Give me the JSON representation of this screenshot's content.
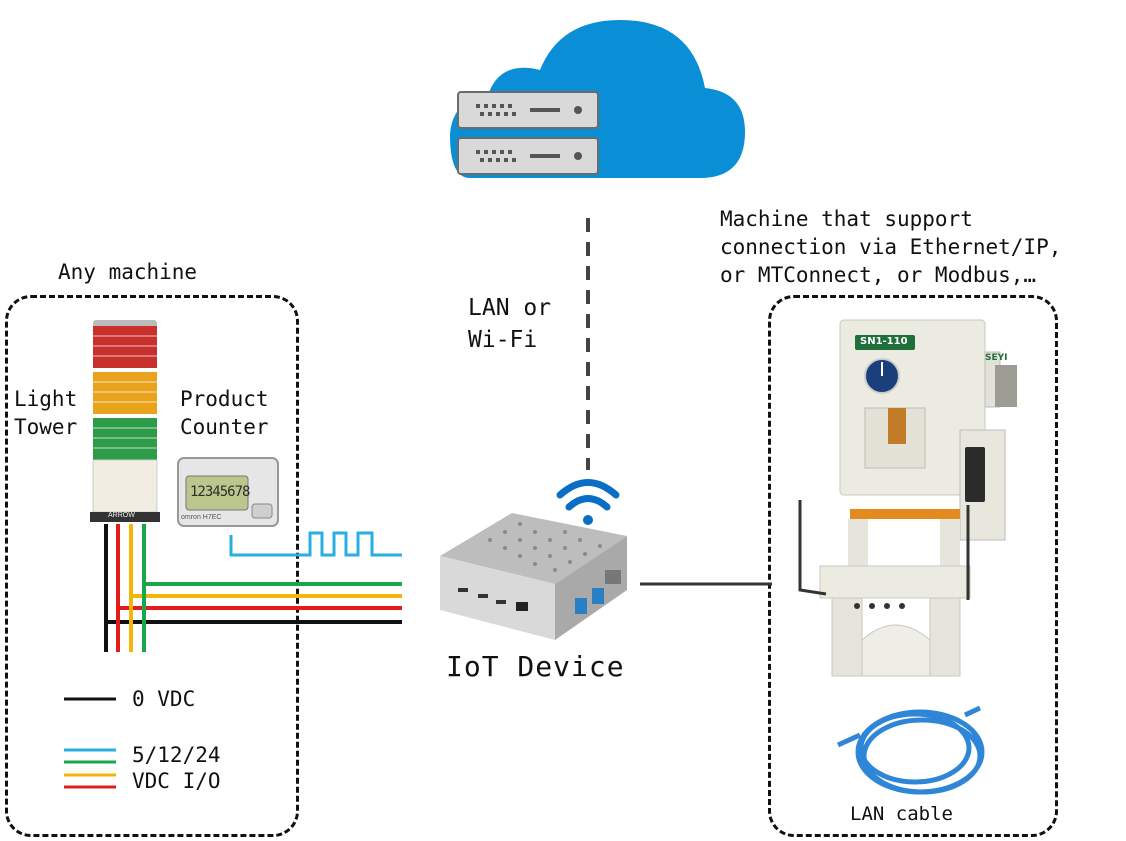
{
  "left_group": {
    "title": "Any machine",
    "light_tower_label": "Light\nTower",
    "counter_label": "Product\nCounter",
    "tower_brand": "ARROW",
    "counter_display": "12345678",
    "counter_model": "omron H7EC"
  },
  "network": {
    "link_label": "LAN or\nWi-Fi"
  },
  "iot": {
    "label": "IoT Device"
  },
  "right_group": {
    "title": "Machine that support\nconnection via Ethernet/IP,\nor MTConnect, or Modbus,…",
    "machine_plate": "SN1-110",
    "machine_side_logo": "SEYI",
    "cable_label": "LAN cable"
  },
  "legend": [
    {
      "color": "#111111",
      "text": "0 VDC"
    },
    {
      "color": "#29aee0",
      "text": "5/12/24"
    },
    {
      "color": "#1aa64a",
      "text": "VDC I/O"
    },
    {
      "color": "#f2b705",
      "text": ""
    },
    {
      "color": "#e21b1b",
      "text": ""
    }
  ],
  "colors": {
    "cloud": "#0a8fd6",
    "wire_black": "#111111",
    "wire_red": "#e21b1b",
    "wire_yellow": "#f2b705",
    "wire_green": "#1aa64a",
    "wire_blue": "#29aee0",
    "machine_body": "#ecebe2",
    "machine_accent": "#e58a1f",
    "cable": "#2f86d6"
  },
  "icons": [
    "cloud-icon",
    "server-icon",
    "wifi-icon",
    "light-tower-icon",
    "counter-icon",
    "iot-box-icon",
    "press-machine-icon",
    "lan-cable-icon"
  ]
}
